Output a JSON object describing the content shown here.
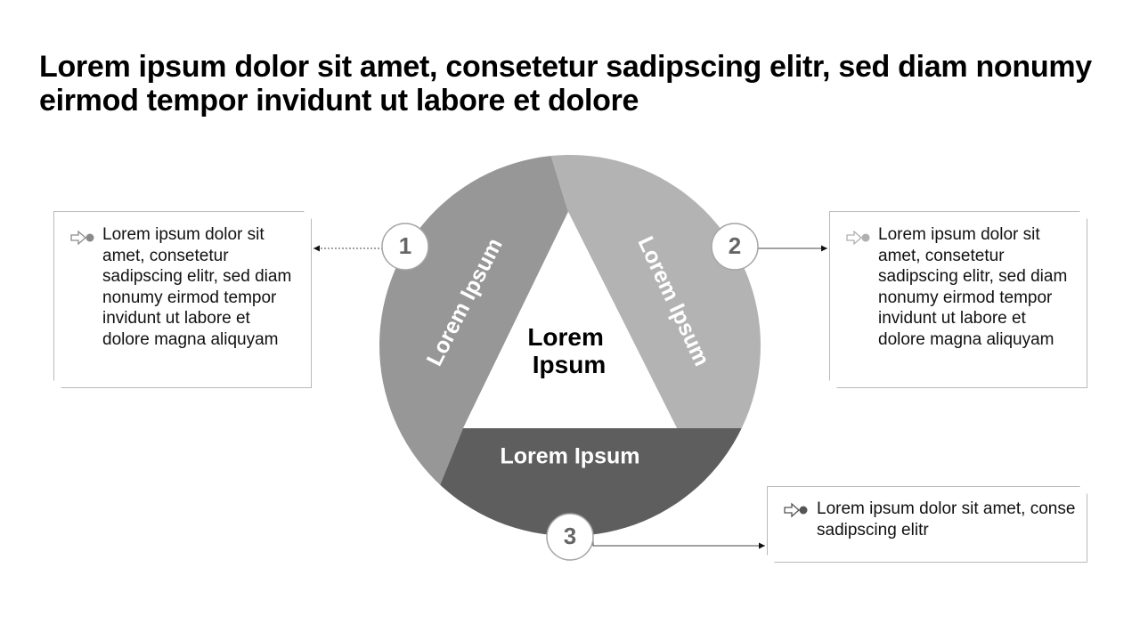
{
  "title": "Lorem ipsum dolor sit amet, consetetur sadipscing elitr, sed diam nonumy eirmod tempor invidunt ut labore et dolore",
  "colors": {
    "segment_1": "#979797",
    "segment_2": "#b3b3b3",
    "segment_3": "#5e5e5e",
    "segment_label": "#ffffff",
    "center_label": "#000000",
    "step_number": "#666666"
  },
  "diagram": {
    "center_label_line1": "Lorem",
    "center_label_line2": "Ipsum",
    "segments": [
      {
        "label": "Lorem Ipsum"
      },
      {
        "label": "Lorem Ipsum"
      },
      {
        "label": "Lorem Ipsum"
      }
    ],
    "steps": [
      "1",
      "2",
      "3"
    ]
  },
  "cards": [
    {
      "icon": "arrow-right-bullet-icon",
      "text": "Lorem ipsum dolor sit amet, consetetur sadipscing elitr, sed diam nonumy eirmod tempor invidunt ut labore et dolore magna aliquyam"
    },
    {
      "icon": "arrow-right-bullet-icon",
      "text": "Lorem ipsum dolor sit amet, consetetur sadipscing elitr, sed diam nonumy eirmod tempor invidunt ut labore et dolore magna aliquyam"
    },
    {
      "icon": "arrow-right-bullet-icon",
      "text": "Lorem ipsum dolor sit amet, conse sadipscing elitr"
    }
  ]
}
